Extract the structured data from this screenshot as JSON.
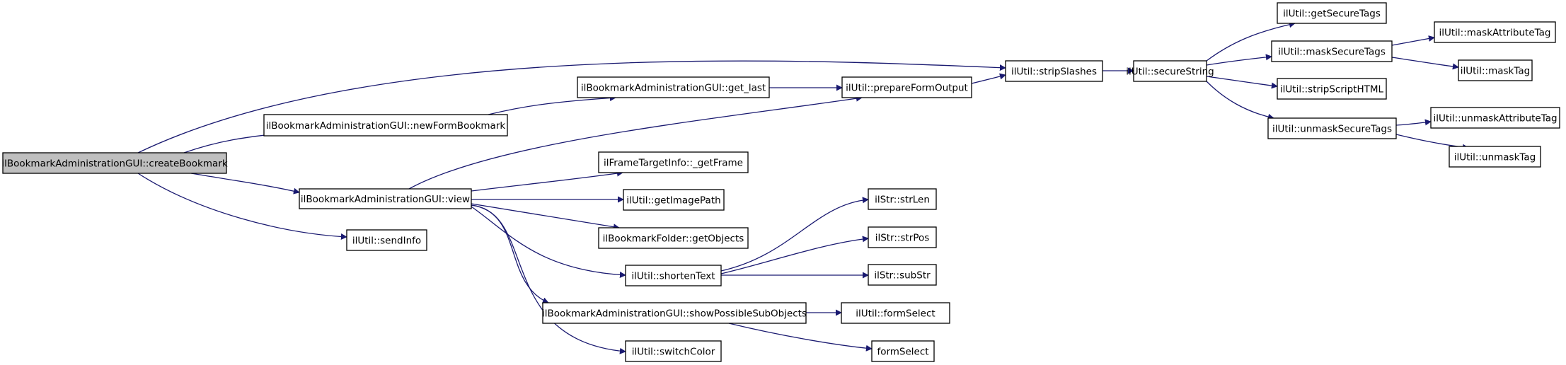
{
  "graph": {
    "edge_color": "#191970",
    "root_fill": "#bfbfbf",
    "nodes": [
      {
        "id": "n0",
        "label": "ilBookmarkAdministrationGUI::createBookmark",
        "root": true
      },
      {
        "id": "n1",
        "label": "ilBookmarkAdministrationGUI::newFormBookmark"
      },
      {
        "id": "n2",
        "label": "ilBookmarkAdministrationGUI::view"
      },
      {
        "id": "n3",
        "label": "ilUtil::sendInfo"
      },
      {
        "id": "n4",
        "label": "ilBookmarkAdministrationGUI::get_last"
      },
      {
        "id": "n5",
        "label": "ilUtil::prepareFormOutput"
      },
      {
        "id": "n6",
        "label": "ilFrameTargetInfo::_getFrame"
      },
      {
        "id": "n7",
        "label": "ilUtil::getImagePath"
      },
      {
        "id": "n8",
        "label": "ilBookmarkFolder::getObjects"
      },
      {
        "id": "n9",
        "label": "ilUtil::shortenText"
      },
      {
        "id": "n10",
        "label": "ilBookmarkAdministrationGUI::showPossibleSubObjects"
      },
      {
        "id": "n11",
        "label": "ilUtil::switchColor"
      },
      {
        "id": "n12",
        "label": "ilUtil::stripSlashes"
      },
      {
        "id": "n13",
        "label": "ilUtil::secureString"
      },
      {
        "id": "n14",
        "label": "ilUtil::getSecureTags"
      },
      {
        "id": "n15",
        "label": "ilUtil::maskSecureTags"
      },
      {
        "id": "n16",
        "label": "ilUtil::stripScriptHTML"
      },
      {
        "id": "n17",
        "label": "ilUtil::unmaskSecureTags"
      },
      {
        "id": "n18",
        "label": "ilUtil::maskAttributeTag"
      },
      {
        "id": "n19",
        "label": "ilUtil::maskTag"
      },
      {
        "id": "n20",
        "label": "ilUtil::unmaskAttributeTag"
      },
      {
        "id": "n21",
        "label": "ilUtil::unmaskTag"
      },
      {
        "id": "n22",
        "label": "ilStr::strLen"
      },
      {
        "id": "n23",
        "label": "ilStr::strPos"
      },
      {
        "id": "n24",
        "label": "ilStr::subStr"
      },
      {
        "id": "n25",
        "label": "ilUtil::formSelect"
      },
      {
        "id": "n26",
        "label": "formSelect"
      }
    ],
    "edges": [
      [
        "n0",
        "n12"
      ],
      [
        "n0",
        "n1"
      ],
      [
        "n0",
        "n2"
      ],
      [
        "n0",
        "n3"
      ],
      [
        "n1",
        "n4"
      ],
      [
        "n4",
        "n5"
      ],
      [
        "n2",
        "n5"
      ],
      [
        "n5",
        "n12"
      ],
      [
        "n12",
        "n13"
      ],
      [
        "n13",
        "n14"
      ],
      [
        "n13",
        "n15"
      ],
      [
        "n13",
        "n16"
      ],
      [
        "n13",
        "n17"
      ],
      [
        "n15",
        "n18"
      ],
      [
        "n15",
        "n19"
      ],
      [
        "n17",
        "n20"
      ],
      [
        "n17",
        "n21"
      ],
      [
        "n2",
        "n6"
      ],
      [
        "n2",
        "n7"
      ],
      [
        "n2",
        "n8"
      ],
      [
        "n2",
        "n9"
      ],
      [
        "n2",
        "n10"
      ],
      [
        "n2",
        "n11"
      ],
      [
        "n9",
        "n22"
      ],
      [
        "n9",
        "n23"
      ],
      [
        "n9",
        "n24"
      ],
      [
        "n10",
        "n25"
      ],
      [
        "n10",
        "n26"
      ]
    ]
  }
}
